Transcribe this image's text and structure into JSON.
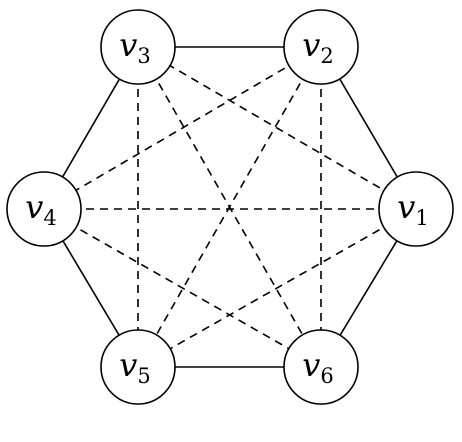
{
  "graph": {
    "nodes": [
      {
        "id": "v1",
        "symbol": "v",
        "subscript": "1"
      },
      {
        "id": "v2",
        "symbol": "v",
        "subscript": "2"
      },
      {
        "id": "v3",
        "symbol": "v",
        "subscript": "3"
      },
      {
        "id": "v4",
        "symbol": "v",
        "subscript": "4"
      },
      {
        "id": "v5",
        "symbol": "v",
        "subscript": "5"
      },
      {
        "id": "v6",
        "symbol": "v",
        "subscript": "6"
      }
    ],
    "edges": [
      {
        "from": "v1",
        "to": "v2",
        "style": "solid"
      },
      {
        "from": "v2",
        "to": "v3",
        "style": "solid"
      },
      {
        "from": "v3",
        "to": "v4",
        "style": "solid"
      },
      {
        "from": "v4",
        "to": "v5",
        "style": "solid"
      },
      {
        "from": "v5",
        "to": "v6",
        "style": "solid"
      },
      {
        "from": "v6",
        "to": "v1",
        "style": "solid"
      },
      {
        "from": "v1",
        "to": "v3",
        "style": "dashed"
      },
      {
        "from": "v1",
        "to": "v4",
        "style": "dashed"
      },
      {
        "from": "v1",
        "to": "v5",
        "style": "dashed"
      },
      {
        "from": "v2",
        "to": "v4",
        "style": "dashed"
      },
      {
        "from": "v2",
        "to": "v5",
        "style": "dashed"
      },
      {
        "from": "v2",
        "to": "v6",
        "style": "dashed"
      },
      {
        "from": "v3",
        "to": "v5",
        "style": "dashed"
      },
      {
        "from": "v3",
        "to": "v6",
        "style": "dashed"
      },
      {
        "from": "v4",
        "to": "v6",
        "style": "dashed"
      }
    ]
  }
}
